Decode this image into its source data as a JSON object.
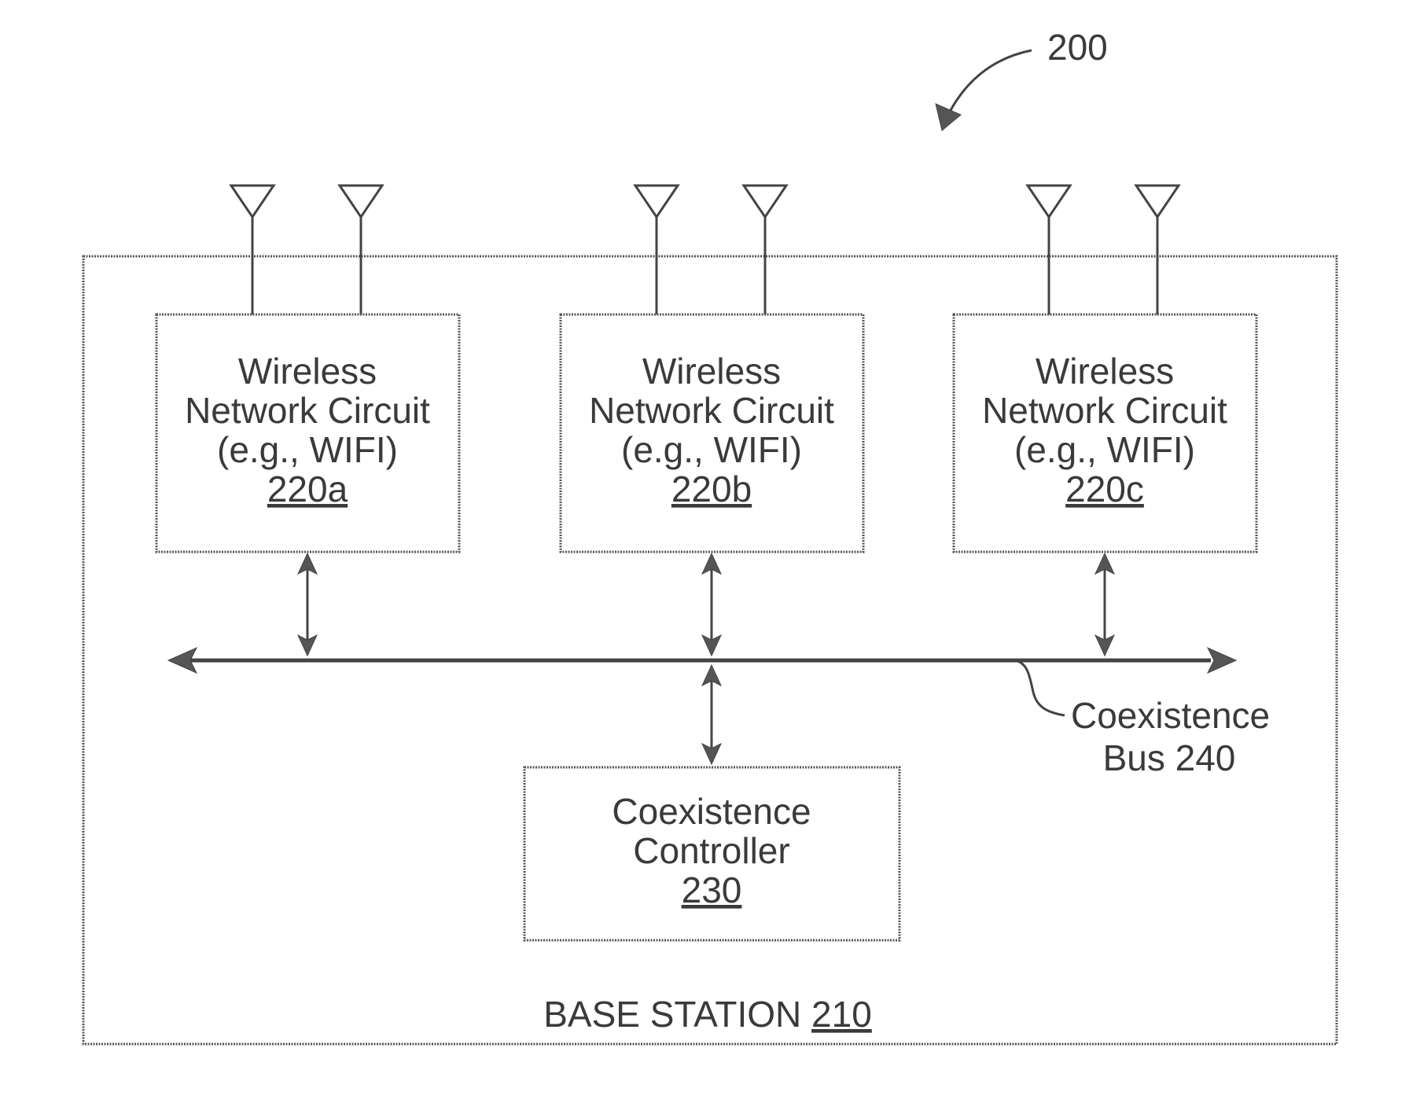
{
  "figure": {
    "number": "200"
  },
  "base_station": {
    "label": "BASE STATION",
    "ref": "210"
  },
  "circuits": [
    {
      "line1": "Wireless",
      "line2": "Network Circuit",
      "line3": "(e.g., WIFI)",
      "ref": "220a"
    },
    {
      "line1": "Wireless",
      "line2": "Network Circuit",
      "line3": "(e.g., WIFI)",
      "ref": "220b"
    },
    {
      "line1": "Wireless",
      "line2": "Network Circuit",
      "line3": "(e.g., WIFI)",
      "ref": "220c"
    }
  ],
  "controller": {
    "line1": "Coexistence",
    "line2": "Controller",
    "ref": "230"
  },
  "bus": {
    "line1": "Coexistence",
    "line2": "Bus 240"
  }
}
